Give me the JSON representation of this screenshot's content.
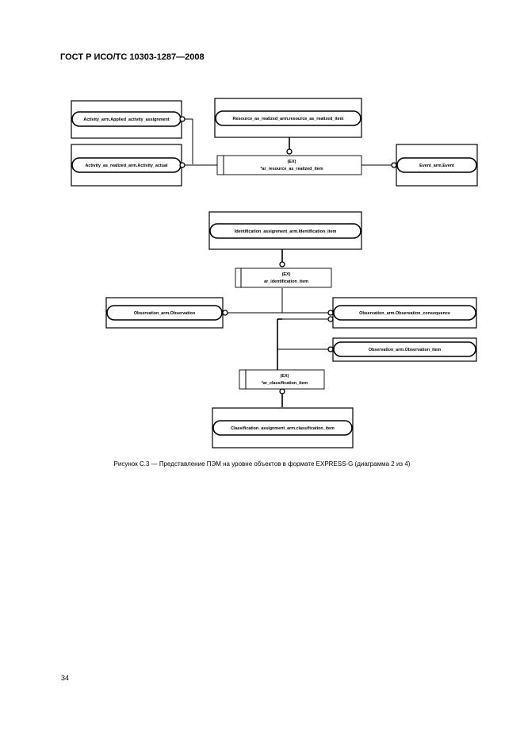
{
  "header": {
    "title": "ГОСТ Р ИСО/ТС 10303-1287—2008"
  },
  "diagram1": {
    "activity_applied": "Activity_arm.Applied_activity_assignment",
    "activity_actual": "Activity_as_realized_arm.Activity_actual",
    "resource_item": "Resource_as_realized_arm.resource_as_realized_item",
    "select_tag": "(EX)",
    "select_name": "*ar_resource_as_realized_item",
    "event": "Event_arm.Event"
  },
  "diagram2": {
    "identification": "Identification_assignment_arm.Identification_item",
    "select1_tag": "(EX)",
    "select1_name": "ar_identification_item",
    "observation": "Observation_arm.Observation",
    "observation_consequence": "Observation_arm.Observation_consequence",
    "observation_item": "Observation_arm.Observation_item",
    "select2_tag": "(EX)",
    "select2_name": "*ar_classification_item",
    "classification": "Classification_assignment_arm.classification_item"
  },
  "caption": "Рисунок С.3 — Представление ПЭМ на уровне объектов в формате EXPRESS-G (диаграмма 2 из 4)",
  "page_number": "34"
}
